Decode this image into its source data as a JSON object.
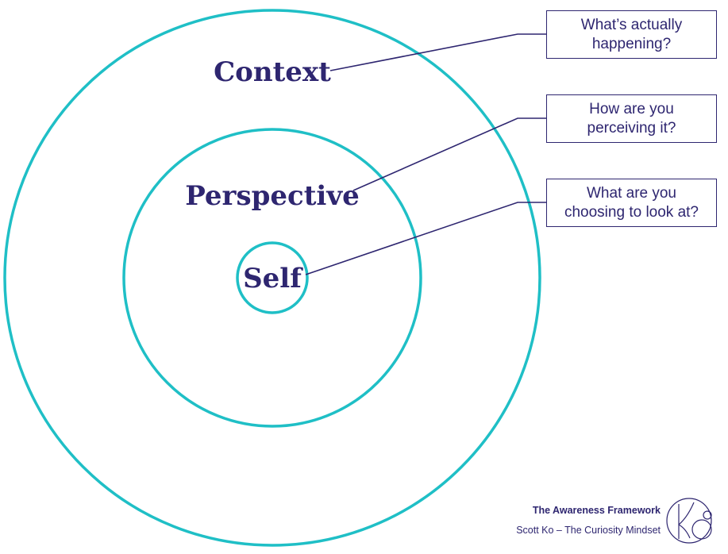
{
  "diagram": {
    "type": "concentric-circles",
    "ring_color": "#1fbfc6",
    "text_color": "#2e2670",
    "rings": [
      {
        "label": "Context",
        "question_lines": [
          "What’s actually",
          "happening?"
        ]
      },
      {
        "label": "Perspective",
        "question_lines": [
          "How are you",
          "perceiving it?"
        ]
      },
      {
        "label": "Self",
        "question_lines": [
          "What are you",
          "choosing to look at?"
        ]
      }
    ]
  },
  "footer": {
    "title": "The Awareness Framework",
    "subtitle": "Scott Ko – The Curiosity Mindset",
    "logo_icon": "ko-monogram-logo",
    "logo_text": "Ko"
  }
}
